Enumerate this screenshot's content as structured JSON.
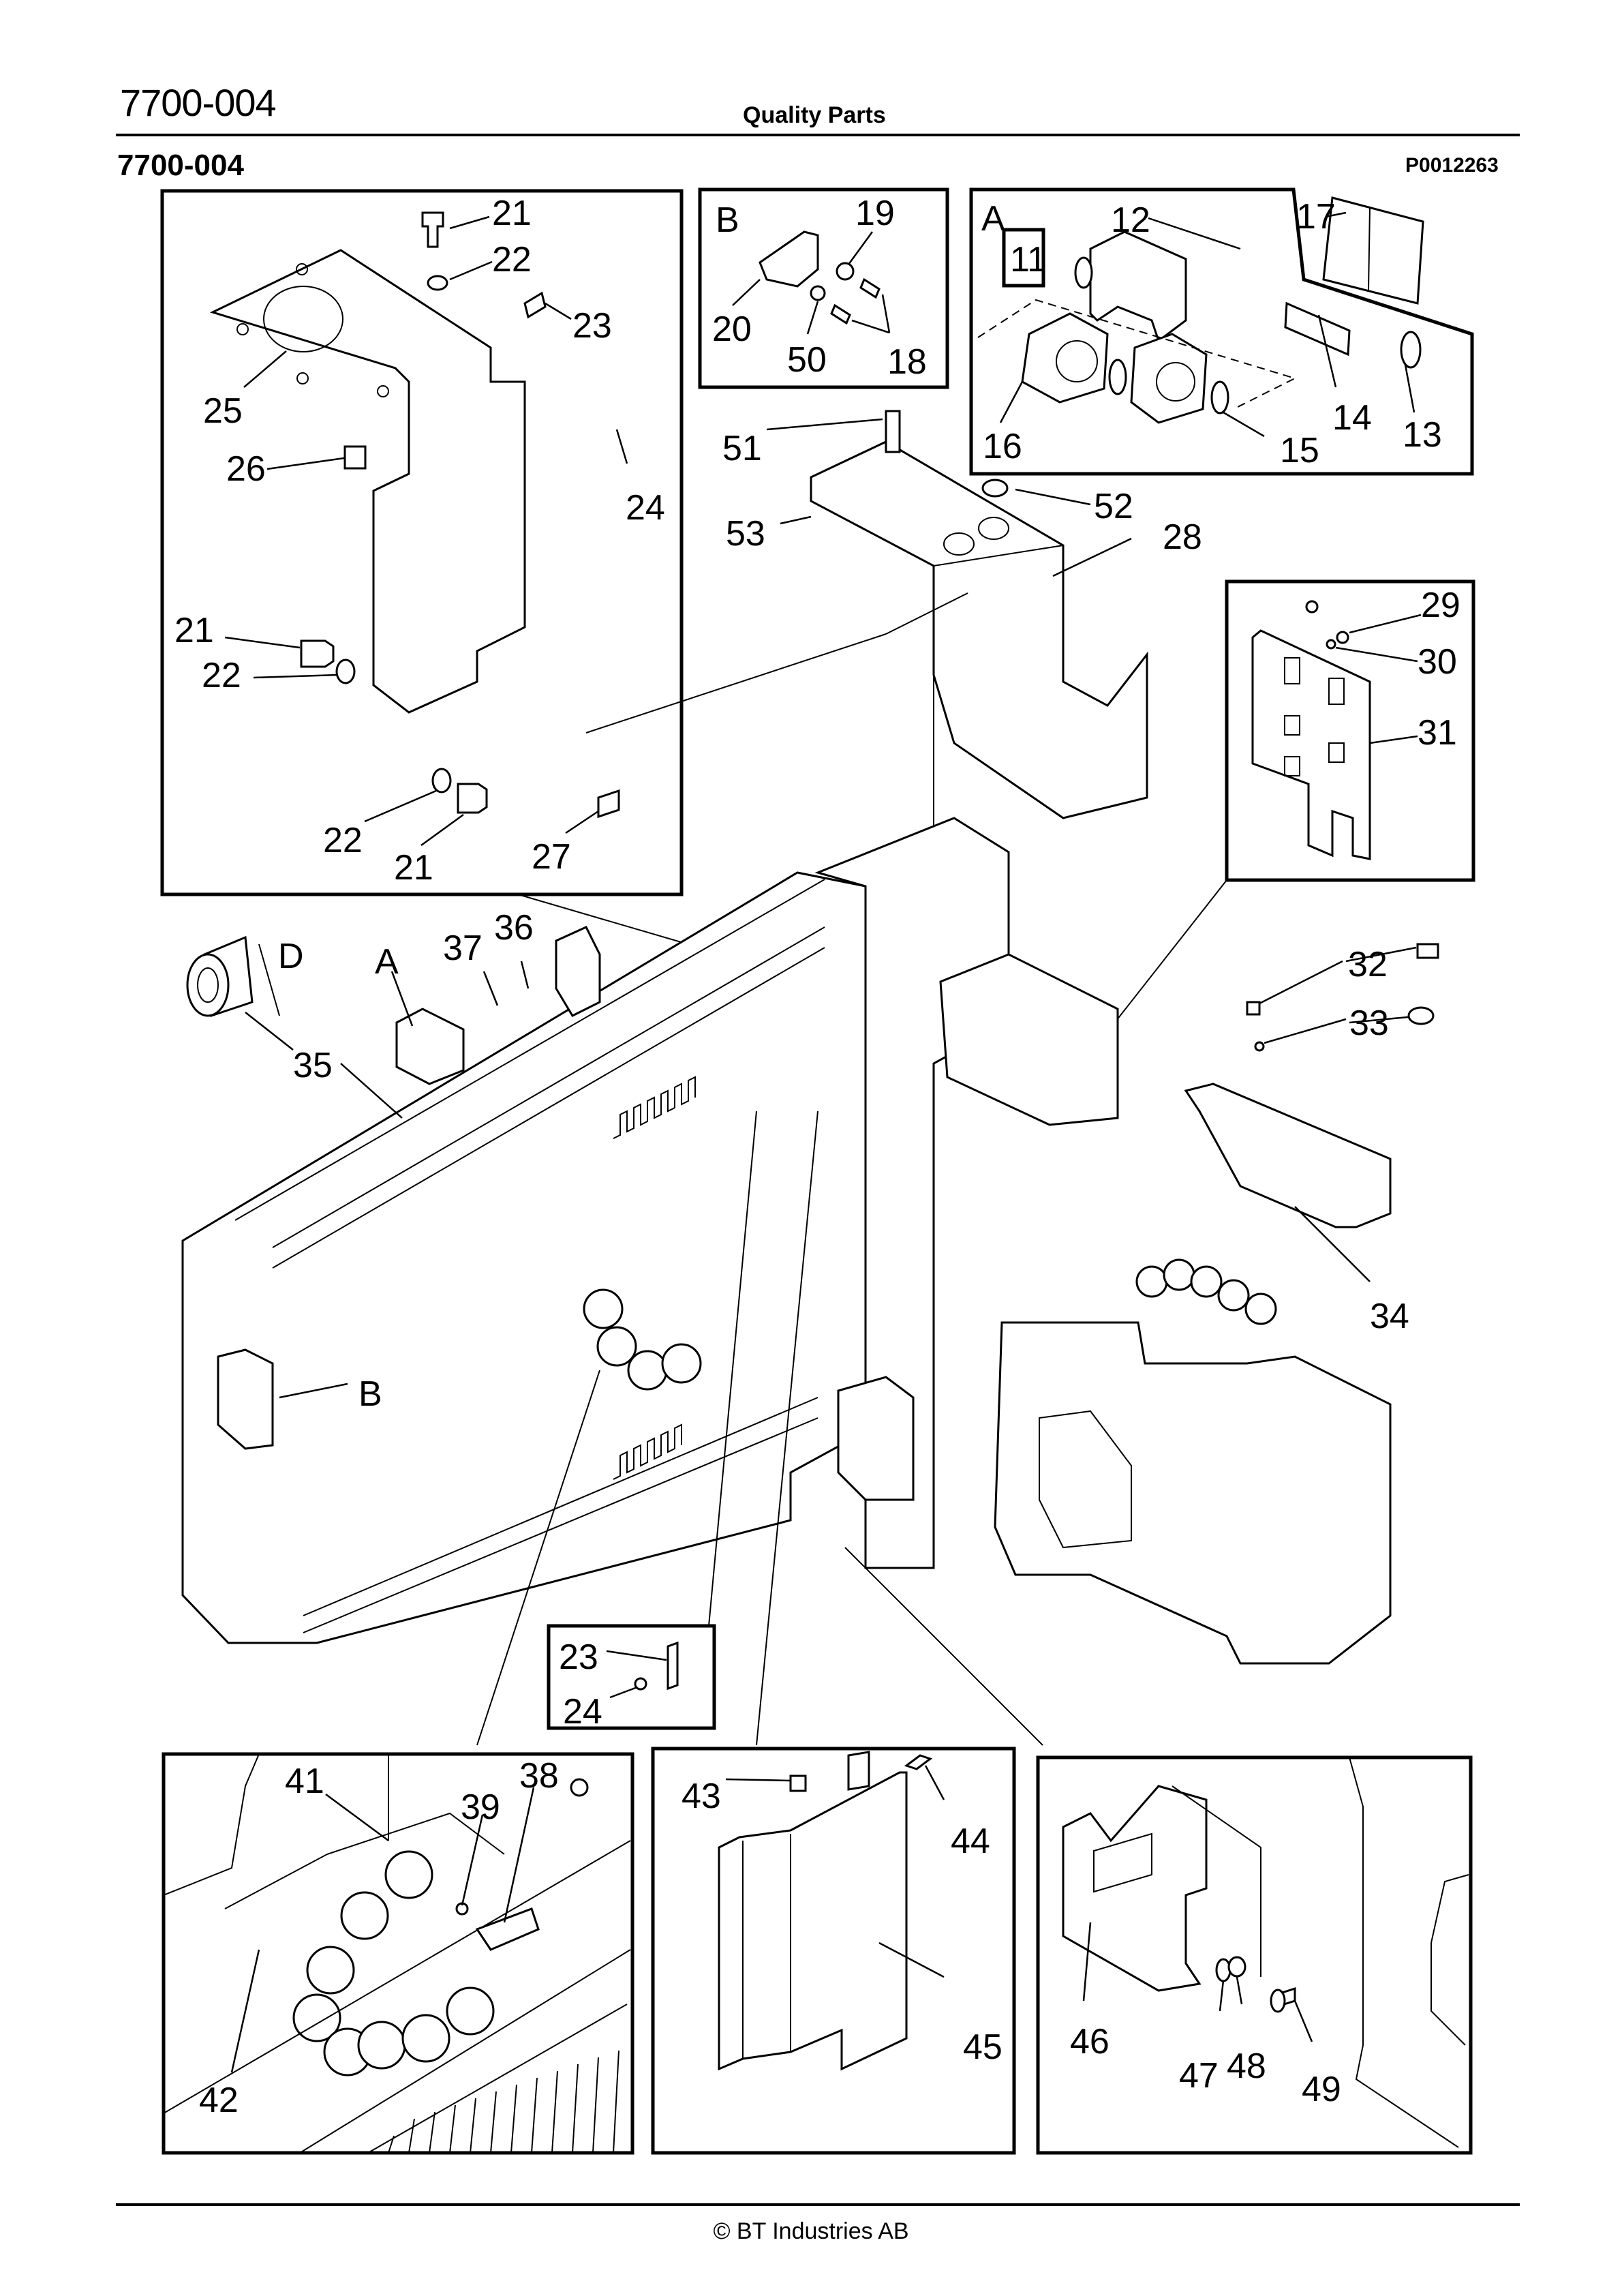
{
  "header": {
    "document_code": "7700-004",
    "title": "Quality Parts",
    "section_code": "7700-004",
    "figure_id": "P0012263"
  },
  "footer": {
    "copyright": "© BT Industries AB"
  },
  "detail_views": [
    {
      "view": "main-bracket",
      "parts": [
        "21",
        "22",
        "23",
        "24",
        "25",
        "26",
        "27"
      ]
    },
    {
      "view": "B",
      "parts": [
        "18",
        "19",
        "20",
        "50"
      ]
    },
    {
      "view": "A",
      "parts": [
        "11",
        "12",
        "13",
        "14",
        "15",
        "16",
        "17"
      ],
      "kit_item": "11"
    },
    {
      "view": "circuit-board",
      "parts": [
        "29",
        "30",
        "31"
      ]
    },
    {
      "view": "rail-detail",
      "parts": [
        "23",
        "24"
      ]
    },
    {
      "view": "cable-chain",
      "parts": [
        "38",
        "39",
        "41",
        "42"
      ]
    },
    {
      "view": "cover-plate",
      "parts": [
        "43",
        "44",
        "45"
      ]
    },
    {
      "view": "side-bracket",
      "parts": [
        "46",
        "47",
        "48",
        "49"
      ]
    }
  ],
  "callouts": {
    "box_main": [
      "21",
      "22",
      "23",
      "25",
      "26",
      "24",
      "21",
      "22",
      "22",
      "21",
      "27"
    ],
    "box_b": {
      "letter": "B",
      "items": [
        "19",
        "20",
        "50",
        "18"
      ]
    },
    "box_a": {
      "letter": "A",
      "items": [
        "12",
        "17",
        "11",
        "14",
        "13",
        "16",
        "15"
      ]
    },
    "center": [
      "51",
      "52",
      "53",
      "28"
    ],
    "board": [
      "29",
      "30",
      "31"
    ],
    "right": [
      "32",
      "33",
      "34"
    ],
    "left": {
      "items": [
        "37",
        "36",
        "35"
      ],
      "letters": [
        "D",
        "A"
      ]
    },
    "frame_letter": "B",
    "small_box": [
      "23",
      "24"
    ],
    "bottom_left": [
      "41",
      "38",
      "39",
      "42"
    ],
    "bottom_mid": [
      "43",
      "44",
      "45"
    ],
    "bottom_right": [
      "46",
      "47",
      "48",
      "49"
    ]
  }
}
